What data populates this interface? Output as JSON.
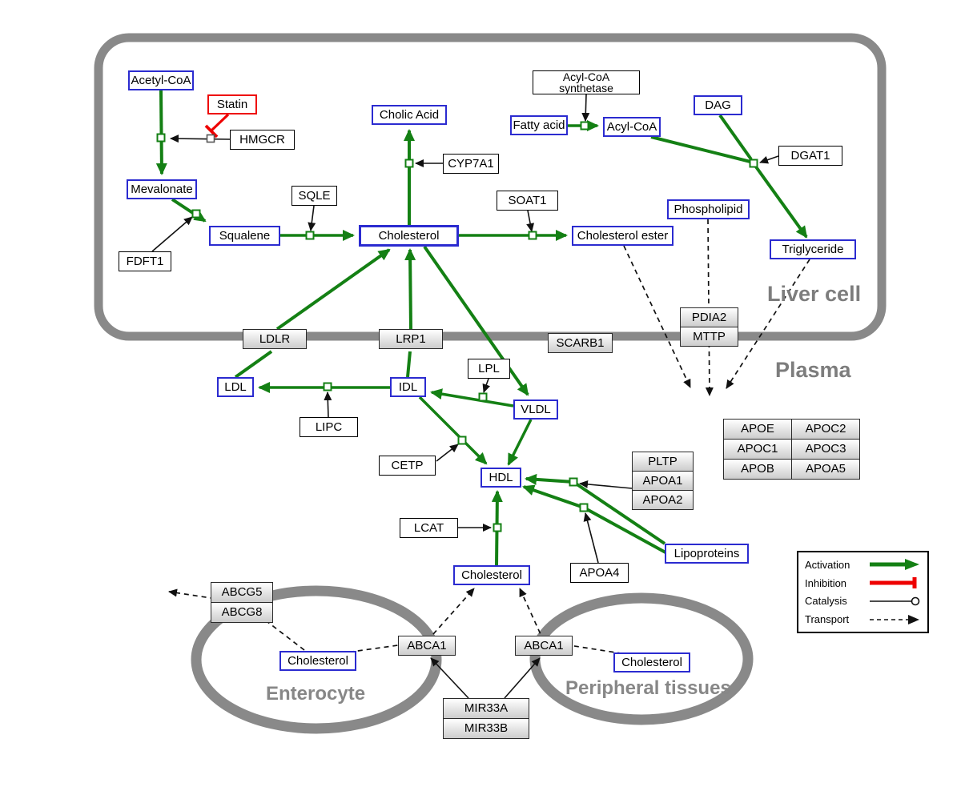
{
  "compartments": {
    "liver": "Liver cell",
    "plasma": "Plasma",
    "enterocyte": "Enterocyte",
    "peripheral": "Peripheral tissues"
  },
  "nodes": {
    "acetyl_coa": "Acetyl-CoA",
    "statin": "Statin",
    "hmgcr": "HMGCR",
    "mevalonate": "Mevalonate",
    "fdft1": "FDFT1",
    "squalene": "Squalene",
    "sqle": "SQLE",
    "cholesterol_liver": "Cholesterol",
    "cholic_acid": "Cholic Acid",
    "cyp7a1": "CYP7A1",
    "soat1": "SOAT1",
    "cholesterol_ester": "Cholesterol ester",
    "acyl_coa_synthetase_line1": "Acyl-CoA",
    "acyl_coa_synthetase_line2": "synthetase",
    "fatty_acid": "Fatty acid",
    "acyl_coa2": "Acyl-CoA",
    "dag": "DAG",
    "dgat1": "DGAT1",
    "phospholipid": "Phospholipid",
    "triglyceride": "Triglyceride",
    "ldlr": "LDLR",
    "lrp1": "LRP1",
    "scarb1": "SCARB1",
    "pdia2": "PDIA2",
    "mttp": "MTTP",
    "ldl": "LDL",
    "idl": "IDL",
    "lipc": "LIPC",
    "lpl": "LPL",
    "vldl": "VLDL",
    "cetp": "CETP",
    "hdl": "HDL",
    "lcat": "LCAT",
    "cholesterol_plasma": "Cholesterol",
    "apoa4": "APOA4",
    "lipoproteins": "Lipoproteins",
    "pltp": "PLTP",
    "apoa1": "APOA1",
    "apoa2": "APOA2",
    "apoe": "APOE",
    "apoc2": "APOC2",
    "apoc1": "APOC1",
    "apoc3": "APOC3",
    "apob": "APOB",
    "apoa5": "APOA5",
    "abcg5": "ABCG5",
    "abcg8": "ABCG8",
    "cholesterol_enterocyte": "Cholesterol",
    "abca1_enterocyte": "ABCA1",
    "abca1_peripheral": "ABCA1",
    "cholesterol_peripheral": "Cholesterol",
    "mir33a": "MIR33A",
    "mir33b": "MIR33B"
  },
  "legend": {
    "activation": "Activation",
    "inhibition": "Inhibition",
    "catalysis": "Catalysis",
    "transport": "Transport"
  },
  "colors": {
    "activation_green": "#148014",
    "inhibition_red": "#ee0000",
    "metabolite_border": "#2b2bd0",
    "membrane_gray": "#898989"
  }
}
